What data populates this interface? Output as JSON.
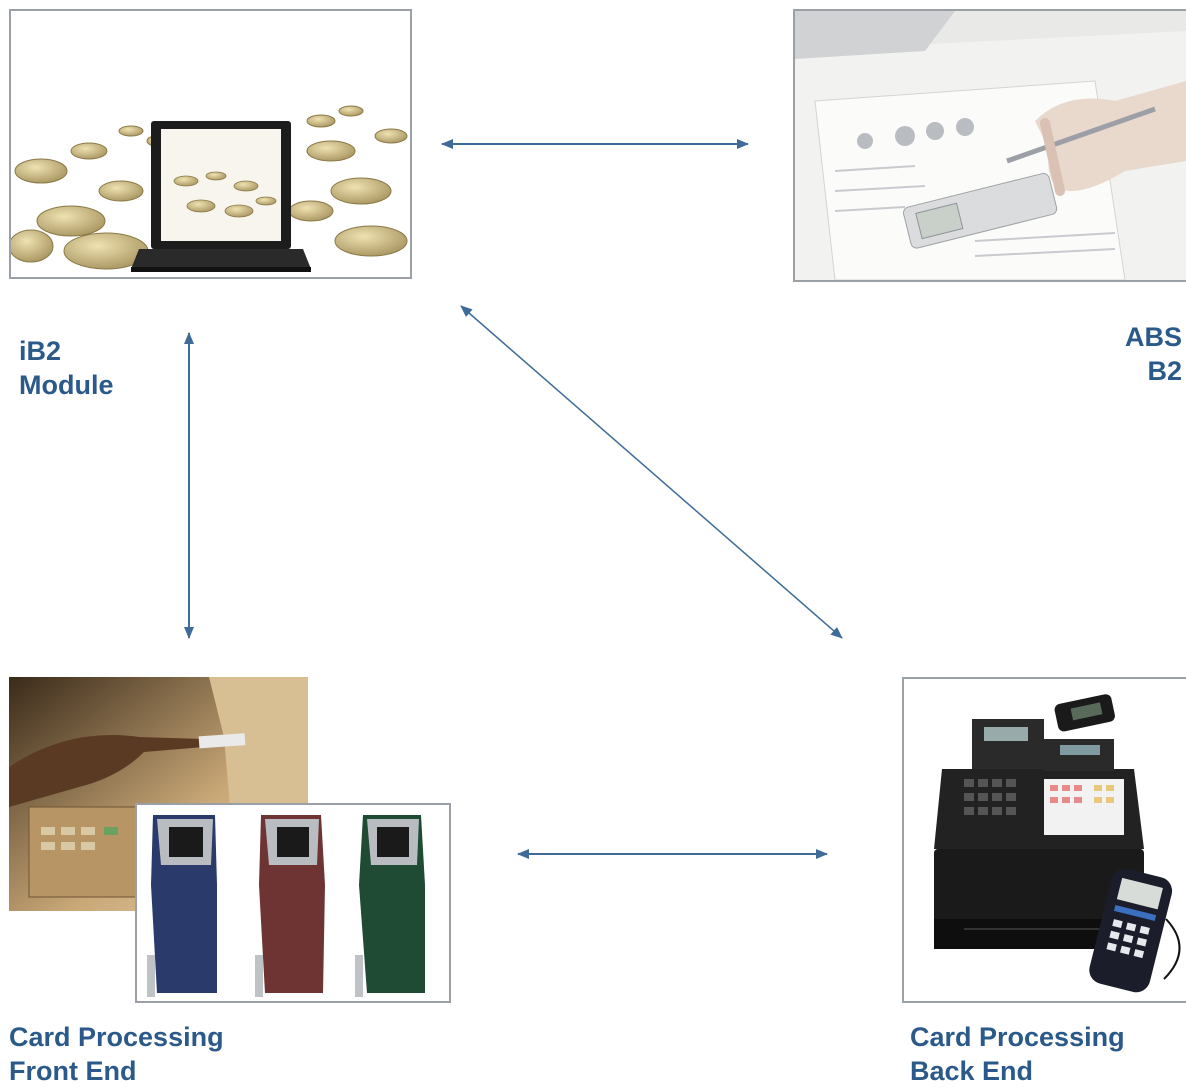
{
  "nodes": {
    "ib2": {
      "line1": "iB2",
      "line2": "Module",
      "illustration": "laptop-with-euro-coins"
    },
    "abs": {
      "line1": "ABS",
      "line2": "B2",
      "illustration": "hand-with-pen-and-calculator"
    },
    "front_end": {
      "line1": "Card Processing",
      "line2": "Front End",
      "illustration": "atm-and-payment-kiosks"
    },
    "back_end": {
      "line1": "Card Processing",
      "line2": "Back End",
      "illustration": "cash-register-with-card-terminal"
    }
  },
  "connections": [
    {
      "from": "ib2",
      "to": "abs",
      "direction": "bidirectional"
    },
    {
      "from": "ib2",
      "to": "front_end",
      "direction": "bidirectional"
    },
    {
      "from": "ib2",
      "to": "back_end",
      "direction": "bidirectional"
    },
    {
      "from": "front_end",
      "to": "back_end",
      "direction": "bidirectional"
    }
  ],
  "colors": {
    "label": "#2b5a8a",
    "arrow": "#3f6b99",
    "frame_border": "#9aa0a6",
    "kiosk_blue": "#2a3a6a",
    "kiosk_red": "#6e3434",
    "kiosk_green": "#1f4a34"
  }
}
